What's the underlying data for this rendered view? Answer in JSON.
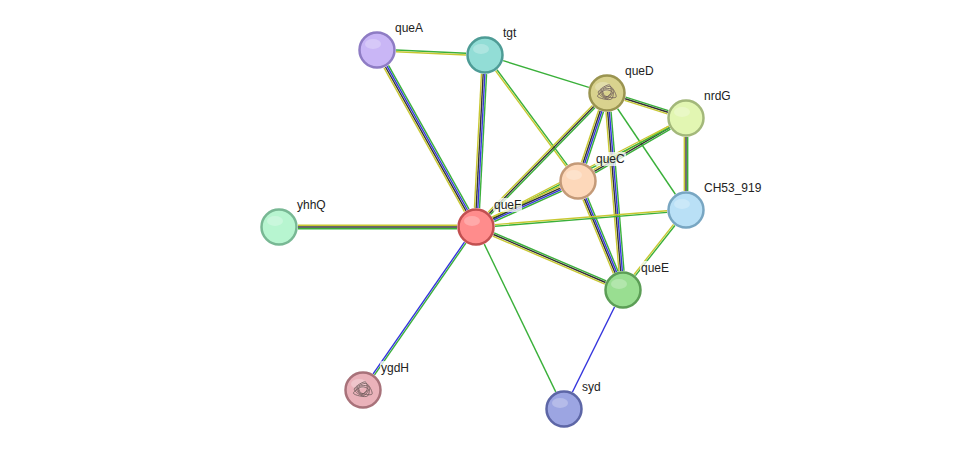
{
  "diagram": {
    "nodes": [
      {
        "text": [
          "queA"
        ]
      },
      {
        "text": [
          "tgt"
        ]
      },
      {
        "text": [
          "queD"
        ]
      },
      {
        "text": [
          "nrdG"
        ]
      },
      {
        "text": [
          "queC"
        ]
      },
      {
        "text": [
          "CH53_919"
        ]
      },
      {
        "text": [
          "queF"
        ]
      },
      {
        "text": [
          "yhhQ"
        ]
      },
      {
        "text": [
          "queE"
        ]
      },
      {
        "text": [
          "ygdH"
        ]
      },
      {
        "text": [
          "syd"
        ]
      }
    ],
    "edges": [
      {
        "from": 0,
        "to": 1,
        "arrow": "none"
      },
      {
        "from": 0,
        "to": 6,
        "arrow": "none"
      },
      {
        "from": 1,
        "to": 6,
        "arrow": "none"
      },
      {
        "from": 1,
        "to": 2,
        "arrow": "none"
      },
      {
        "from": 1,
        "to": 4,
        "arrow": "none"
      },
      {
        "from": 2,
        "to": 3,
        "arrow": "none"
      },
      {
        "from": 2,
        "to": 4,
        "arrow": "none"
      },
      {
        "from": 2,
        "to": 5,
        "arrow": "none"
      },
      {
        "from": 2,
        "to": 8,
        "arrow": "none"
      },
      {
        "from": 2,
        "to": 6,
        "arrow": "none"
      },
      {
        "from": 3,
        "to": 4,
        "arrow": "none"
      },
      {
        "from": 3,
        "to": 5,
        "arrow": "none"
      },
      {
        "from": 3,
        "to": 6,
        "arrow": "none"
      },
      {
        "from": 4,
        "to": 6,
        "arrow": "none"
      },
      {
        "from": 4,
        "to": 8,
        "arrow": "none"
      },
      {
        "from": 5,
        "to": 6,
        "arrow": "none"
      },
      {
        "from": 5,
        "to": 8,
        "arrow": "none"
      },
      {
        "from": 6,
        "to": 8,
        "arrow": "none"
      },
      {
        "from": 8,
        "to": 10,
        "arrow": "none"
      },
      {
        "from": 6,
        "to": 7,
        "arrow": "none"
      },
      {
        "from": 6,
        "to": 9,
        "arrow": "none"
      },
      {
        "from": 6,
        "to": 10,
        "arrow": "none"
      }
    ]
  }
}
